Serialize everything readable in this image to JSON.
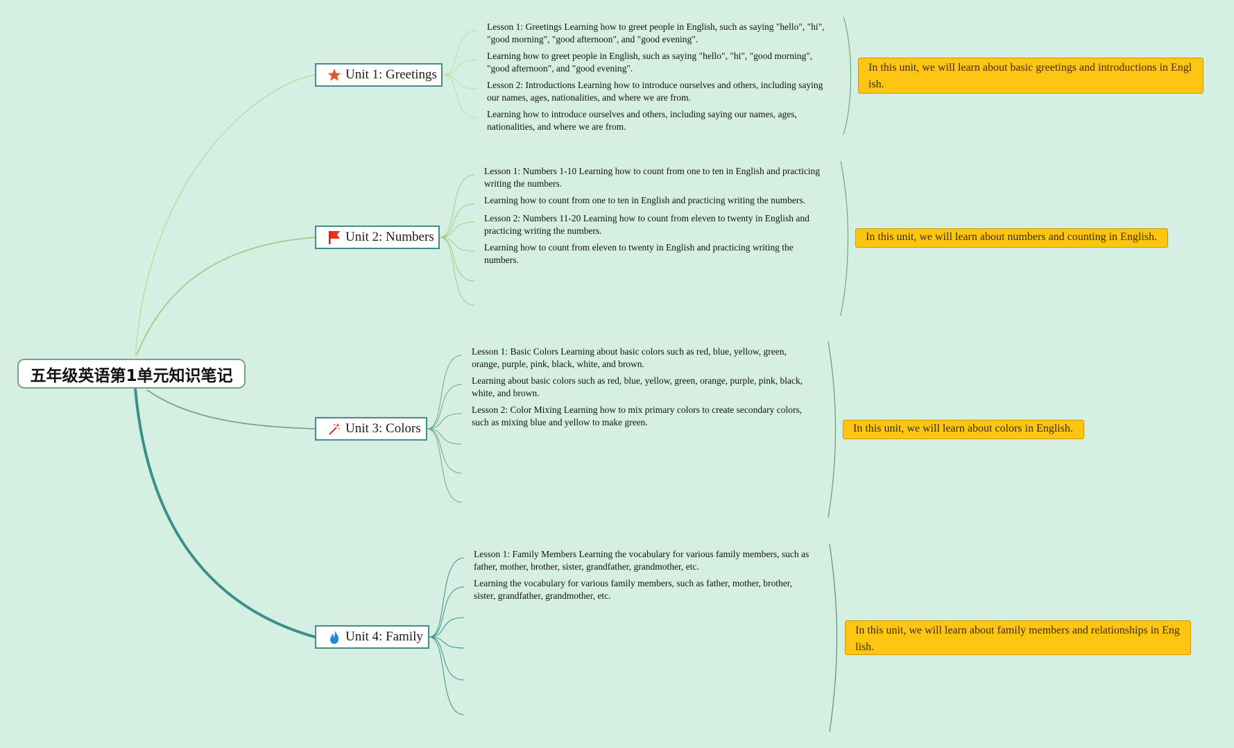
{
  "root": {
    "title": "五年级英语第1单元知识笔记"
  },
  "units": [
    {
      "title": "Unit 1: Greetings",
      "icon": "star-icon",
      "lessons": [
        "Lesson 1: Greetings Learning how to greet people in English, such as saying \"hello\", \"hi\", \"good morning\", \"good afternoon\", and \"good evening\".",
        "Learning how to greet people in English, such as saying \"hello\", \"hi\", \"good morning\", \"good afternoon\", and \"good evening\".",
        "Lesson 2: Introductions Learning how to introduce ourselves and others, including saying our names, ages, nationalities, and where we are from.",
        "Learning how to introduce ourselves and others, including saying our names, ages, nationalities, and where we are from."
      ],
      "summary": "In this unit, we will learn about basic greetings and introductions in English."
    },
    {
      "title": "Unit 2: Numbers",
      "icon": "flag-icon",
      "lessons": [
        "Lesson 1: Numbers 1-10 Learning how to count from one to ten in English and practicing writing the numbers.",
        "Learning how to count from one to ten in English and practicing writing the numbers.",
        "Lesson 2: Numbers 11-20 Learning how to count from eleven to twenty in English and practicing writing the numbers.",
        "Learning how to count from eleven to twenty in English and practicing writing the numbers."
      ],
      "summary": "In this unit, we will learn about numbers and counting in English."
    },
    {
      "title": "Unit 3: Colors",
      "icon": "magic-wand-icon",
      "lessons": [
        "Lesson 1: Basic Colors Learning about basic colors such as red, blue, yellow, green, orange, purple, pink, black, white, and brown.",
        "Learning about basic colors such as red, blue, yellow, green, orange, purple, pink, black, white, and brown.",
        "Lesson 2: Color Mixing Learning how to mix primary colors to create secondary colors, such as mixing blue and yellow to make green."
      ],
      "summary": "In this unit, we will learn about colors in English."
    },
    {
      "title": "Unit 4: Family",
      "icon": "flame-icon",
      "lessons": [
        "Lesson 1: Family Members Learning the vocabulary for various family members, such as father, mother, brother, sister, grandfather, grandmother, etc.",
        "Learning the vocabulary for various family members, such as father, mother, brother, sister, grandfather, grandmother, etc."
      ],
      "summary": "In this unit, we will learn about family members and relationships in English."
    }
  ],
  "colors": {
    "background": "#d5f0e3",
    "summary_fill": "#fec513",
    "unit_border": "#3f8c8a",
    "wire_unit1": "#b9e0a0",
    "wire_unit2": "#9fcc86",
    "wire_unit3": "#6fa882",
    "wire_unit4": "#3a8f8a"
  }
}
